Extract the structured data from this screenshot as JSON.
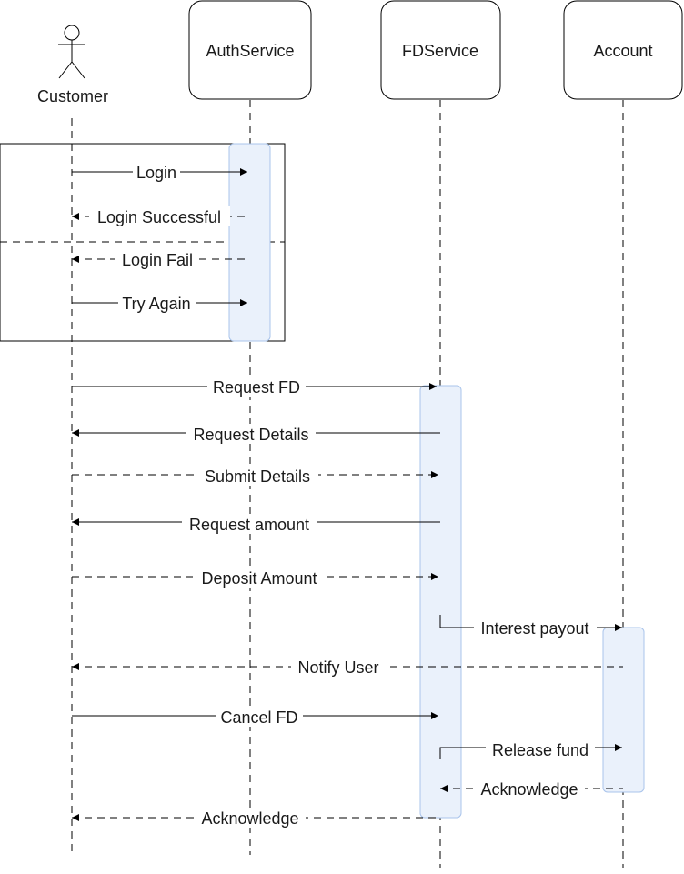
{
  "actor": {
    "label": "Customer",
    "icon": "stick-figure-icon"
  },
  "participants": [
    {
      "id": "auth",
      "label": "AuthService"
    },
    {
      "id": "fd",
      "label": "FDService"
    },
    {
      "id": "account",
      "label": "Account"
    }
  ],
  "messages": [
    {
      "label": "Login",
      "from": "customer",
      "to": "auth",
      "style": "solid"
    },
    {
      "label": "Login Successful",
      "from": "auth",
      "to": "customer",
      "style": "dashed"
    },
    {
      "label": "Login Fail",
      "from": "auth",
      "to": "customer",
      "style": "dashed"
    },
    {
      "label": "Try Again",
      "from": "customer",
      "to": "auth",
      "style": "solid"
    },
    {
      "label": "Request FD",
      "from": "customer",
      "to": "fd",
      "style": "solid"
    },
    {
      "label": "Request Details",
      "from": "fd",
      "to": "customer",
      "style": "solid"
    },
    {
      "label": "Submit Details",
      "from": "customer",
      "to": "fd",
      "style": "dashed"
    },
    {
      "label": "Request amount",
      "from": "fd",
      "to": "customer",
      "style": "solid"
    },
    {
      "label": "Deposit Amount",
      "from": "customer",
      "to": "fd",
      "style": "dashed"
    },
    {
      "label": "Interest payout",
      "from": "fd",
      "to": "account",
      "style": "solid"
    },
    {
      "label": "Notify User",
      "from": "account",
      "to": "customer",
      "style": "dashed"
    },
    {
      "label": "Cancel FD",
      "from": "customer",
      "to": "fd",
      "style": "solid"
    },
    {
      "label": "Release fund",
      "from": "fd",
      "to": "account",
      "style": "solid"
    },
    {
      "label": "Acknowledge",
      "from": "account",
      "to": "fd",
      "style": "dashed"
    },
    {
      "label": "Acknowledge",
      "from": "fd",
      "to": "customer",
      "style": "dashed"
    }
  ],
  "colors": {
    "activation_fill": "#eaf1fb",
    "activation_stroke": "#a9c4eb",
    "line": "#000000",
    "text": "#1a1a1a"
  }
}
